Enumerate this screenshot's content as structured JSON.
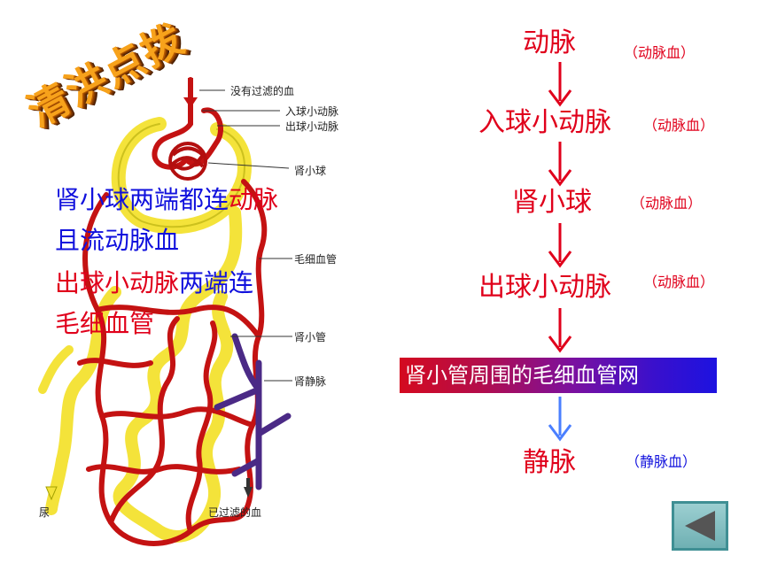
{
  "title_badge": "清洪点拨",
  "anatomy": {
    "labels": {
      "unfiltered_blood": "没有过滤的血",
      "afferent": "入球小动脉",
      "efferent": "出球小动脉",
      "glomerulus": "肾小球",
      "capillary": "毛细血管",
      "tubule": "肾小管",
      "renal_vein": "肾静脉",
      "urine": "尿",
      "filtered_blood": "已过滤的血"
    },
    "overlay": {
      "line1_blue": "肾小球两端都连",
      "line1_red": "动脉",
      "line2": "且流动脉血",
      "line3_red": "出球小动脉",
      "line3_blue": "两端连",
      "line4": "毛细血管"
    }
  },
  "flow": {
    "nodes": [
      {
        "label": "动脉",
        "note": "（动脉血）"
      },
      {
        "label": "入球小动脉",
        "note": "（动脉血）"
      },
      {
        "label": "肾小球",
        "note": "（动脉血）"
      },
      {
        "label": "出球小动脉",
        "note": "（动脉血）"
      }
    ],
    "band": "肾小管周围的毛细血管网",
    "last": {
      "label": "静脉",
      "note": "（静脉血）"
    }
  },
  "colors": {
    "red": "#e0001b",
    "blue": "#1111dd",
    "arrow_blue": "#4a7fff"
  },
  "nav": {
    "back_icon": "left-triangle-icon"
  }
}
